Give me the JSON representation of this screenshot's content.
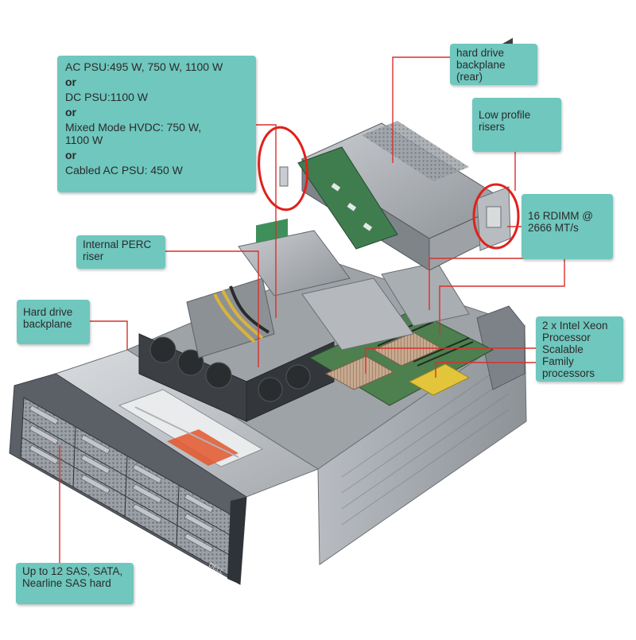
{
  "diagram": {
    "callouts": {
      "psu": {
        "line1": "AC PSU:495 W, 750 W, 1100 W",
        "or1": "or",
        "line2": "DC PSU:1100 W",
        "or2": "or",
        "line3": "Mixed Mode HVDC: 750 W,\n1100 W",
        "or3": "or",
        "line4": "Cabled AC PSU: 450 W"
      },
      "hard_drive_backplane_rear": "hard drive\nbackplane\n(rear)",
      "low_profile_risers": "Low profile\nrisers",
      "rdimm": "16 RDIMM @\n2666 MT/s",
      "internal_perc_riser": "Internal PERC\nriser",
      "hard_drive_backplane": "Hard drive\nbackplane",
      "xeon": "2 x Intel Xeon\nProcessor\nScalable\nFamily\nprocessors",
      "sas": "Up to 12 SAS, SATA,\nNearline SAS hard"
    },
    "bezel_logo": "DELL",
    "colors": {
      "callout_bg": "#6fc7be",
      "leader_line": "#d9302a",
      "highlight_circle": "#e0211b"
    }
  }
}
